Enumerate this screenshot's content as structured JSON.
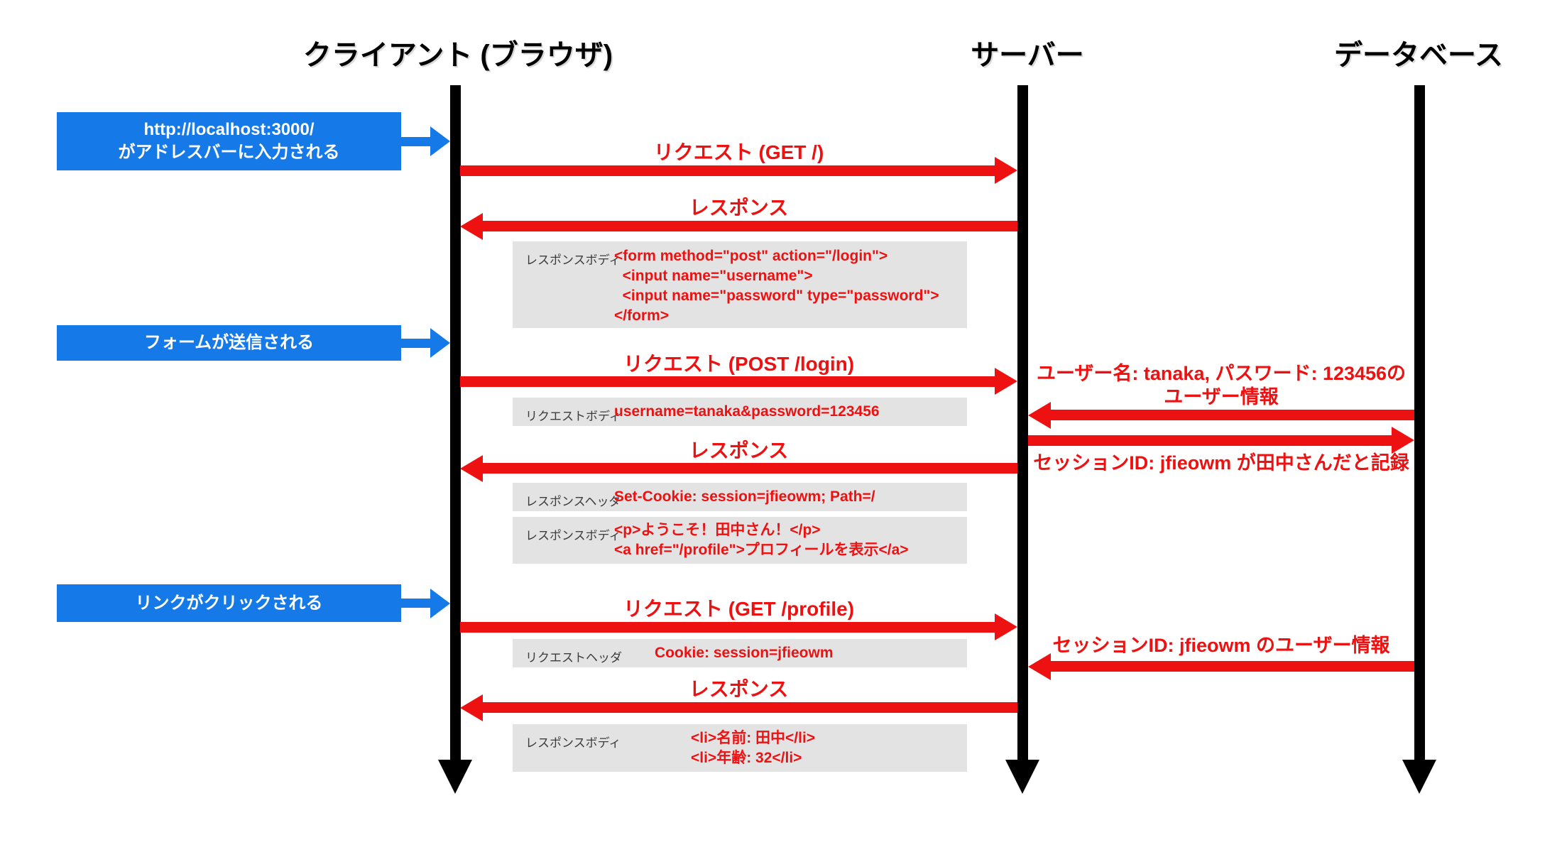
{
  "actors": [
    {
      "label": "クライアント (ブラウザ)"
    },
    {
      "label": "サーバー"
    },
    {
      "label": "データベース"
    }
  ],
  "events": [
    {
      "lines": [
        "http://localhost:3000/",
        "がアドレスバーに入力される"
      ]
    },
    {
      "lines": [
        "フォームが送信される"
      ]
    },
    {
      "lines": [
        "リンクがクリックされる"
      ]
    }
  ],
  "messages": [
    {
      "label": "リクエスト (GET /)",
      "from": "client",
      "to": "server"
    },
    {
      "label": "レスポンス",
      "from": "server",
      "to": "client"
    },
    {
      "label": "リクエスト (POST /login)",
      "from": "client",
      "to": "server"
    },
    {
      "label": "レスポンス",
      "from": "server",
      "to": "client"
    },
    {
      "label": "リクエスト (GET /profile)",
      "from": "client",
      "to": "server"
    },
    {
      "label": "レスポンス",
      "from": "server",
      "to": "client"
    }
  ],
  "db_messages": [
    {
      "label_lines": [
        "ユーザー名: tanaka, パスワード: 123456の",
        "ユーザー情報"
      ],
      "from": "database",
      "to": "server"
    },
    {
      "label_lines": [
        "セッションID: jfieowm が田中さんだと記録"
      ],
      "from": "server",
      "to": "database"
    },
    {
      "label_lines": [
        "セッションID: jfieowm のユーザー情報"
      ],
      "from": "database",
      "to": "server"
    }
  ],
  "info_boxes": [
    {
      "label": "レスポンスボディ",
      "code": [
        "<form method=\"post\" action=\"/login\">",
        "  <input name=\"username\">",
        "  <input name=\"password\" type=\"password\">",
        "</form>"
      ]
    },
    {
      "label": "リクエストボディ",
      "code": [
        "username=tanaka&password=123456"
      ]
    },
    {
      "label": "レスポンスヘッダ",
      "code": [
        "Set-Cookie: session=jfieowm; Path=/"
      ]
    },
    {
      "label": "レスポンスボディ",
      "code": [
        "<p>ようこそ！田中さん！</p>",
        "<a href=\"/profile\">プロフィールを表示</a>"
      ]
    },
    {
      "label": "リクエストヘッダ",
      "code": [
        "Cookie: session=jfieowm"
      ]
    },
    {
      "label": "レスポンスボディ",
      "code": [
        "<li>名前: 田中</li>",
        "<li>年齢: 32</li>"
      ]
    }
  ],
  "colors": {
    "accent_blue": "#1679E8",
    "accent_red": "#EE1111",
    "info_box_bg": "#E3E3E3",
    "lifeline": "#000000"
  }
}
